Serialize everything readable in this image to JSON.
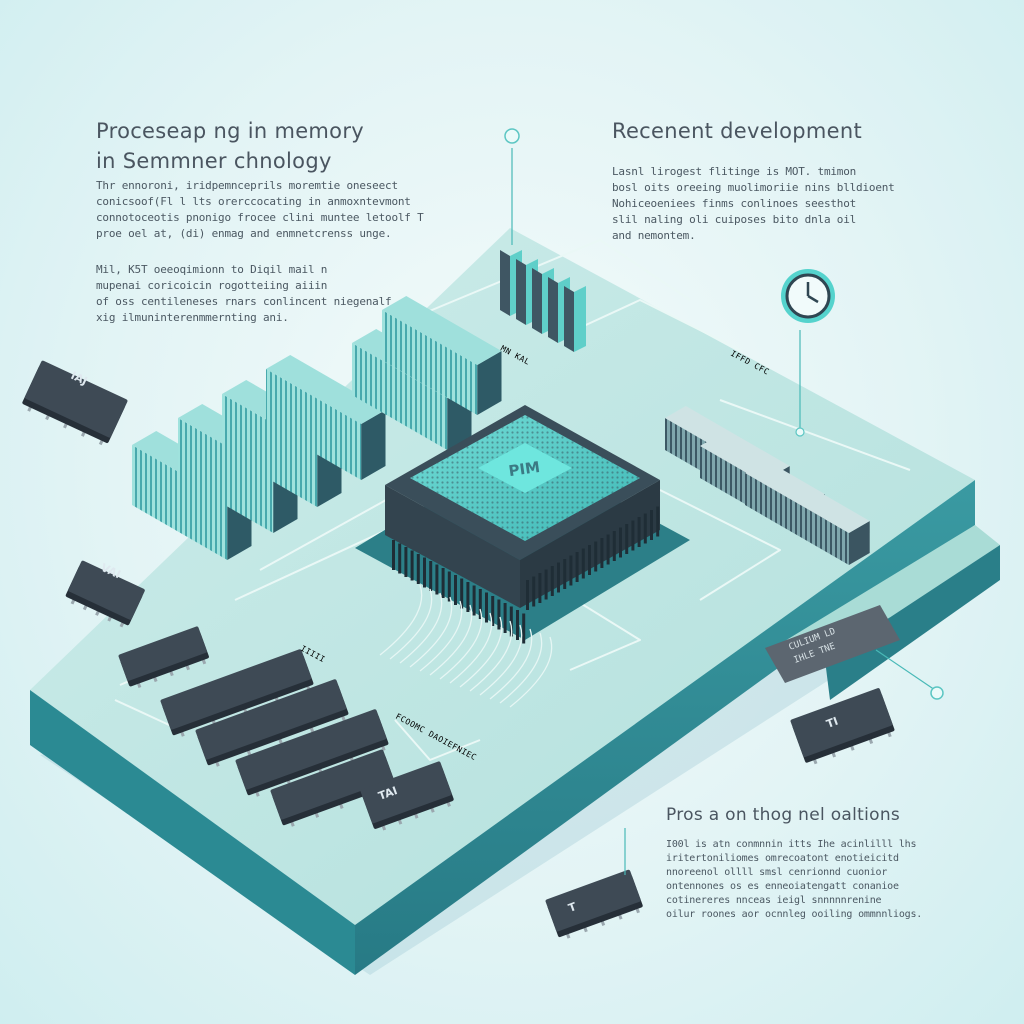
{
  "title_block": {
    "heading_lines": [
      "Proceseap ng in memory",
      "in  Semmner chnology"
    ],
    "paragraph_1": [
      "Thr ennoroni, iridpemnceprils moremtie oneseect",
      "conicsoof(Fl l lts orerccocating in anmoxntevmont",
      "connotoceotis pnonigo frocee clini muntee letoolf T",
      "proe oel at, (di) enmag and enmnetcrenss unge."
    ],
    "paragraph_2": [
      "Mil, K5T oeeoqimionn to Diqil mail n",
      "mupenai coricoicin rogotteiing aiiin",
      "of oss centileneses rnars conlincent niegenalf",
      "xig ilmuninterenmmernting ani."
    ]
  },
  "recent_block": {
    "heading": "Recenent development",
    "paragraph": [
      "Lasnl lirogest flitinge is MOT.  tmimon",
      "bosl oits oreeing muolimoriie nins blldioent",
      "Nohiceoeniees finms conlinoes seesthot",
      "slil naling oli cuiposes bito dnla oil",
      "and nemontem."
    ]
  },
  "applications_block": {
    "heading": "Pros a on thog nel oaltions",
    "paragraph": [
      "I00l is atn conmnnin itts Ihe acinlilll lhs",
      "iritertoniliomes omrecoatont enotieicitd",
      "nnoreenol ollll smsl cenrionnd cuonior",
      "ontennones os es enneoiatengatt conanioe",
      "cotinereres nnceas ieigl snnnnnrenine",
      "oilur roones aor ocnnleg ooiling ommnnliogs."
    ]
  },
  "chip": {
    "label": "PIM"
  },
  "board_notes": {
    "note_top": "MN KAL",
    "note_right": "IFFD CFC",
    "note_mid": "IIIII",
    "note_bottom": "FCOOMC DAOIEFNIEC",
    "card_lines": [
      "CULIUM  LD",
      "IHLE TNE"
    ]
  },
  "small_chip_labels": [
    "IAJ",
    "VAI",
    "TAI",
    "TI",
    "T"
  ],
  "colors": {
    "board_top": "#bfe7e4",
    "board_side": "#2f8b94",
    "board_front": "#257480",
    "chip_body": "#3d4d58",
    "accent": "#59d8d3",
    "trace": "#d8f1ee",
    "background": "#e3f4f5"
  },
  "icons": [
    "clock-icon",
    "info-pin-icon",
    "callout-pin-icon"
  ]
}
